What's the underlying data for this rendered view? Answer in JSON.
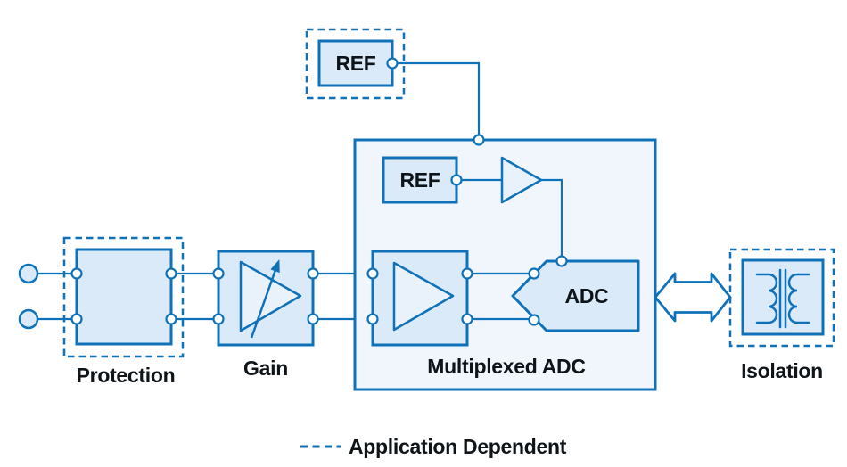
{
  "figure": {
    "type": "signal-chain-block-diagram"
  },
  "blocks": {
    "ref_top": {
      "label": "REF",
      "application_dependent": true
    },
    "protection": {
      "label": "Protection",
      "application_dependent": true
    },
    "gain": {
      "label": "Gain"
    },
    "mux_adc": {
      "label": "Multiplexed ADC"
    },
    "ref_internal": {
      "label": "REF"
    },
    "adc": {
      "label": "ADC"
    },
    "isolation": {
      "label": "Isolation",
      "application_dependent": true
    }
  },
  "legend": {
    "label": "Application Dependent"
  },
  "colors": {
    "stroke": "#0F72B9",
    "block_fill": "#DAEAF9",
    "container_fill": "#F0F6FC",
    "symbol_fill": "#E9F2FB",
    "text": "#0E1418",
    "background": "#FFFFFF"
  }
}
